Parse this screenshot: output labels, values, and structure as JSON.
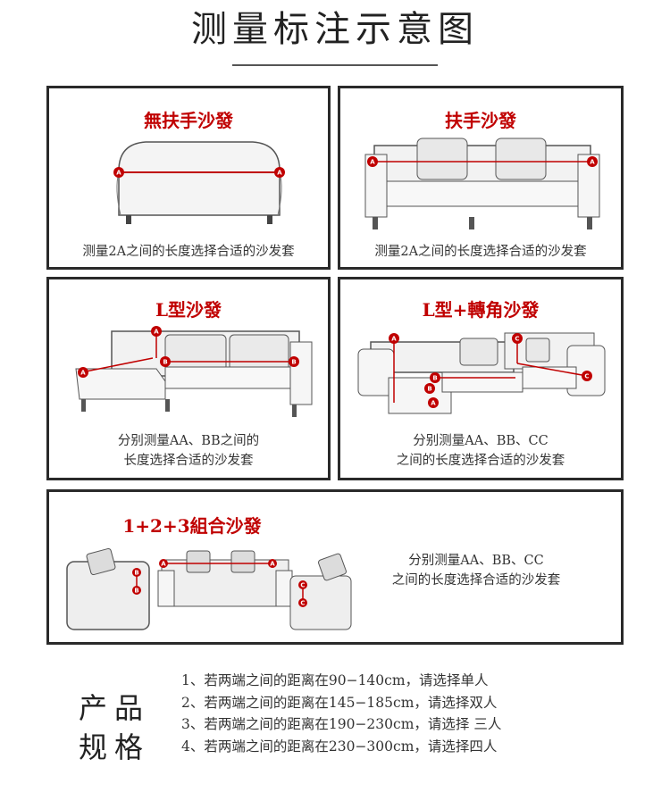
{
  "page_title": "测量标注示意图",
  "panels": {
    "p1": {
      "title": "無扶手沙發",
      "caption": "测量2A之间的长度选择合适的沙发套"
    },
    "p2": {
      "title": "扶手沙發",
      "caption": "测量2A之间的长度选择合适的沙发套"
    },
    "p3": {
      "title": "L型沙發",
      "caption_line1": "分别测量AA、BB之间的",
      "caption_line2": "长度选择合适的沙发套"
    },
    "p4": {
      "title": "L型+轉角沙發",
      "caption_line1": "分别测量AA、BB、CC",
      "caption_line2": "之间的长度选择合适的沙发套"
    },
    "p5": {
      "title": "1+2+3組合沙發",
      "caption_line1": "分别测量AA、BB、CC",
      "caption_line2": "之间的长度选择合适的沙发套"
    }
  },
  "markers": {
    "a": "A",
    "b": "B",
    "c": "C"
  },
  "specs": {
    "heading_line1": "产品",
    "heading_line2": "规格",
    "items": [
      "1、若两端之间的距离在90−140cm，请选择单人",
      "2、若两端之间的距离在145−185cm，请选择双人",
      "3、若两端之间的距离在190−230cm，请选择 三人",
      "4、若两端之间的距离在230−300cm，请选择四人"
    ]
  },
  "colors": {
    "accent": "#c00000",
    "border": "#2a2a2a"
  }
}
